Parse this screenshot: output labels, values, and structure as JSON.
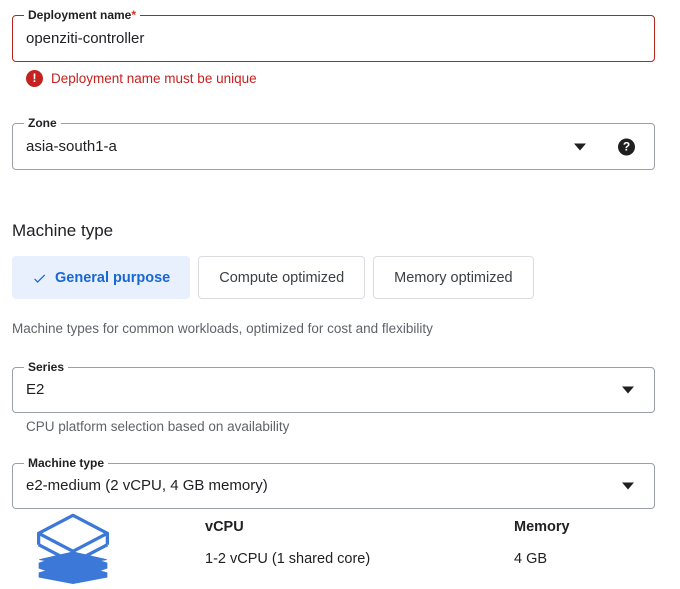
{
  "deployment_name_field": {
    "label": "Deployment name",
    "required_marker": "*",
    "value": "openziti-controller",
    "state": "error",
    "error_message": "Deployment name must be unique",
    "error_icon": "error-exclamation-icon",
    "error_color": "#c5221f",
    "border_color": "#b3261e"
  },
  "zone_field": {
    "label": "Zone",
    "value": "asia-south1-a",
    "caret_icon": "chevron-down-icon",
    "help_icon": "help-question-icon",
    "help_glyph": "?"
  },
  "machine_type_section": {
    "title": "Machine type",
    "tabs": [
      {
        "label": "General purpose",
        "selected": true,
        "icon": "check-icon"
      },
      {
        "label": "Compute optimized",
        "selected": false
      },
      {
        "label": "Memory optimized",
        "selected": false
      }
    ],
    "tabs_helper_text": "Machine types for common workloads, optimized for cost and flexibility",
    "selected_tab_bg": "#e8f0fe",
    "selected_tab_color": "#1967d2"
  },
  "series_field": {
    "label": "Series",
    "value": "E2",
    "caret_icon": "chevron-down-icon",
    "helper_text": "CPU platform selection based on availability"
  },
  "machine_type_field": {
    "label": "Machine type",
    "value": "e2-medium (2 vCPU, 4 GB memory)",
    "caret_icon": "chevron-down-icon"
  },
  "spec_summary": {
    "icon": "stacked-layers-icon",
    "icon_color": "#3c78d8",
    "columns": [
      {
        "header": "vCPU",
        "value": "1-2 vCPU (1 shared core)"
      },
      {
        "header": "Memory",
        "value": "4 GB"
      }
    ]
  }
}
